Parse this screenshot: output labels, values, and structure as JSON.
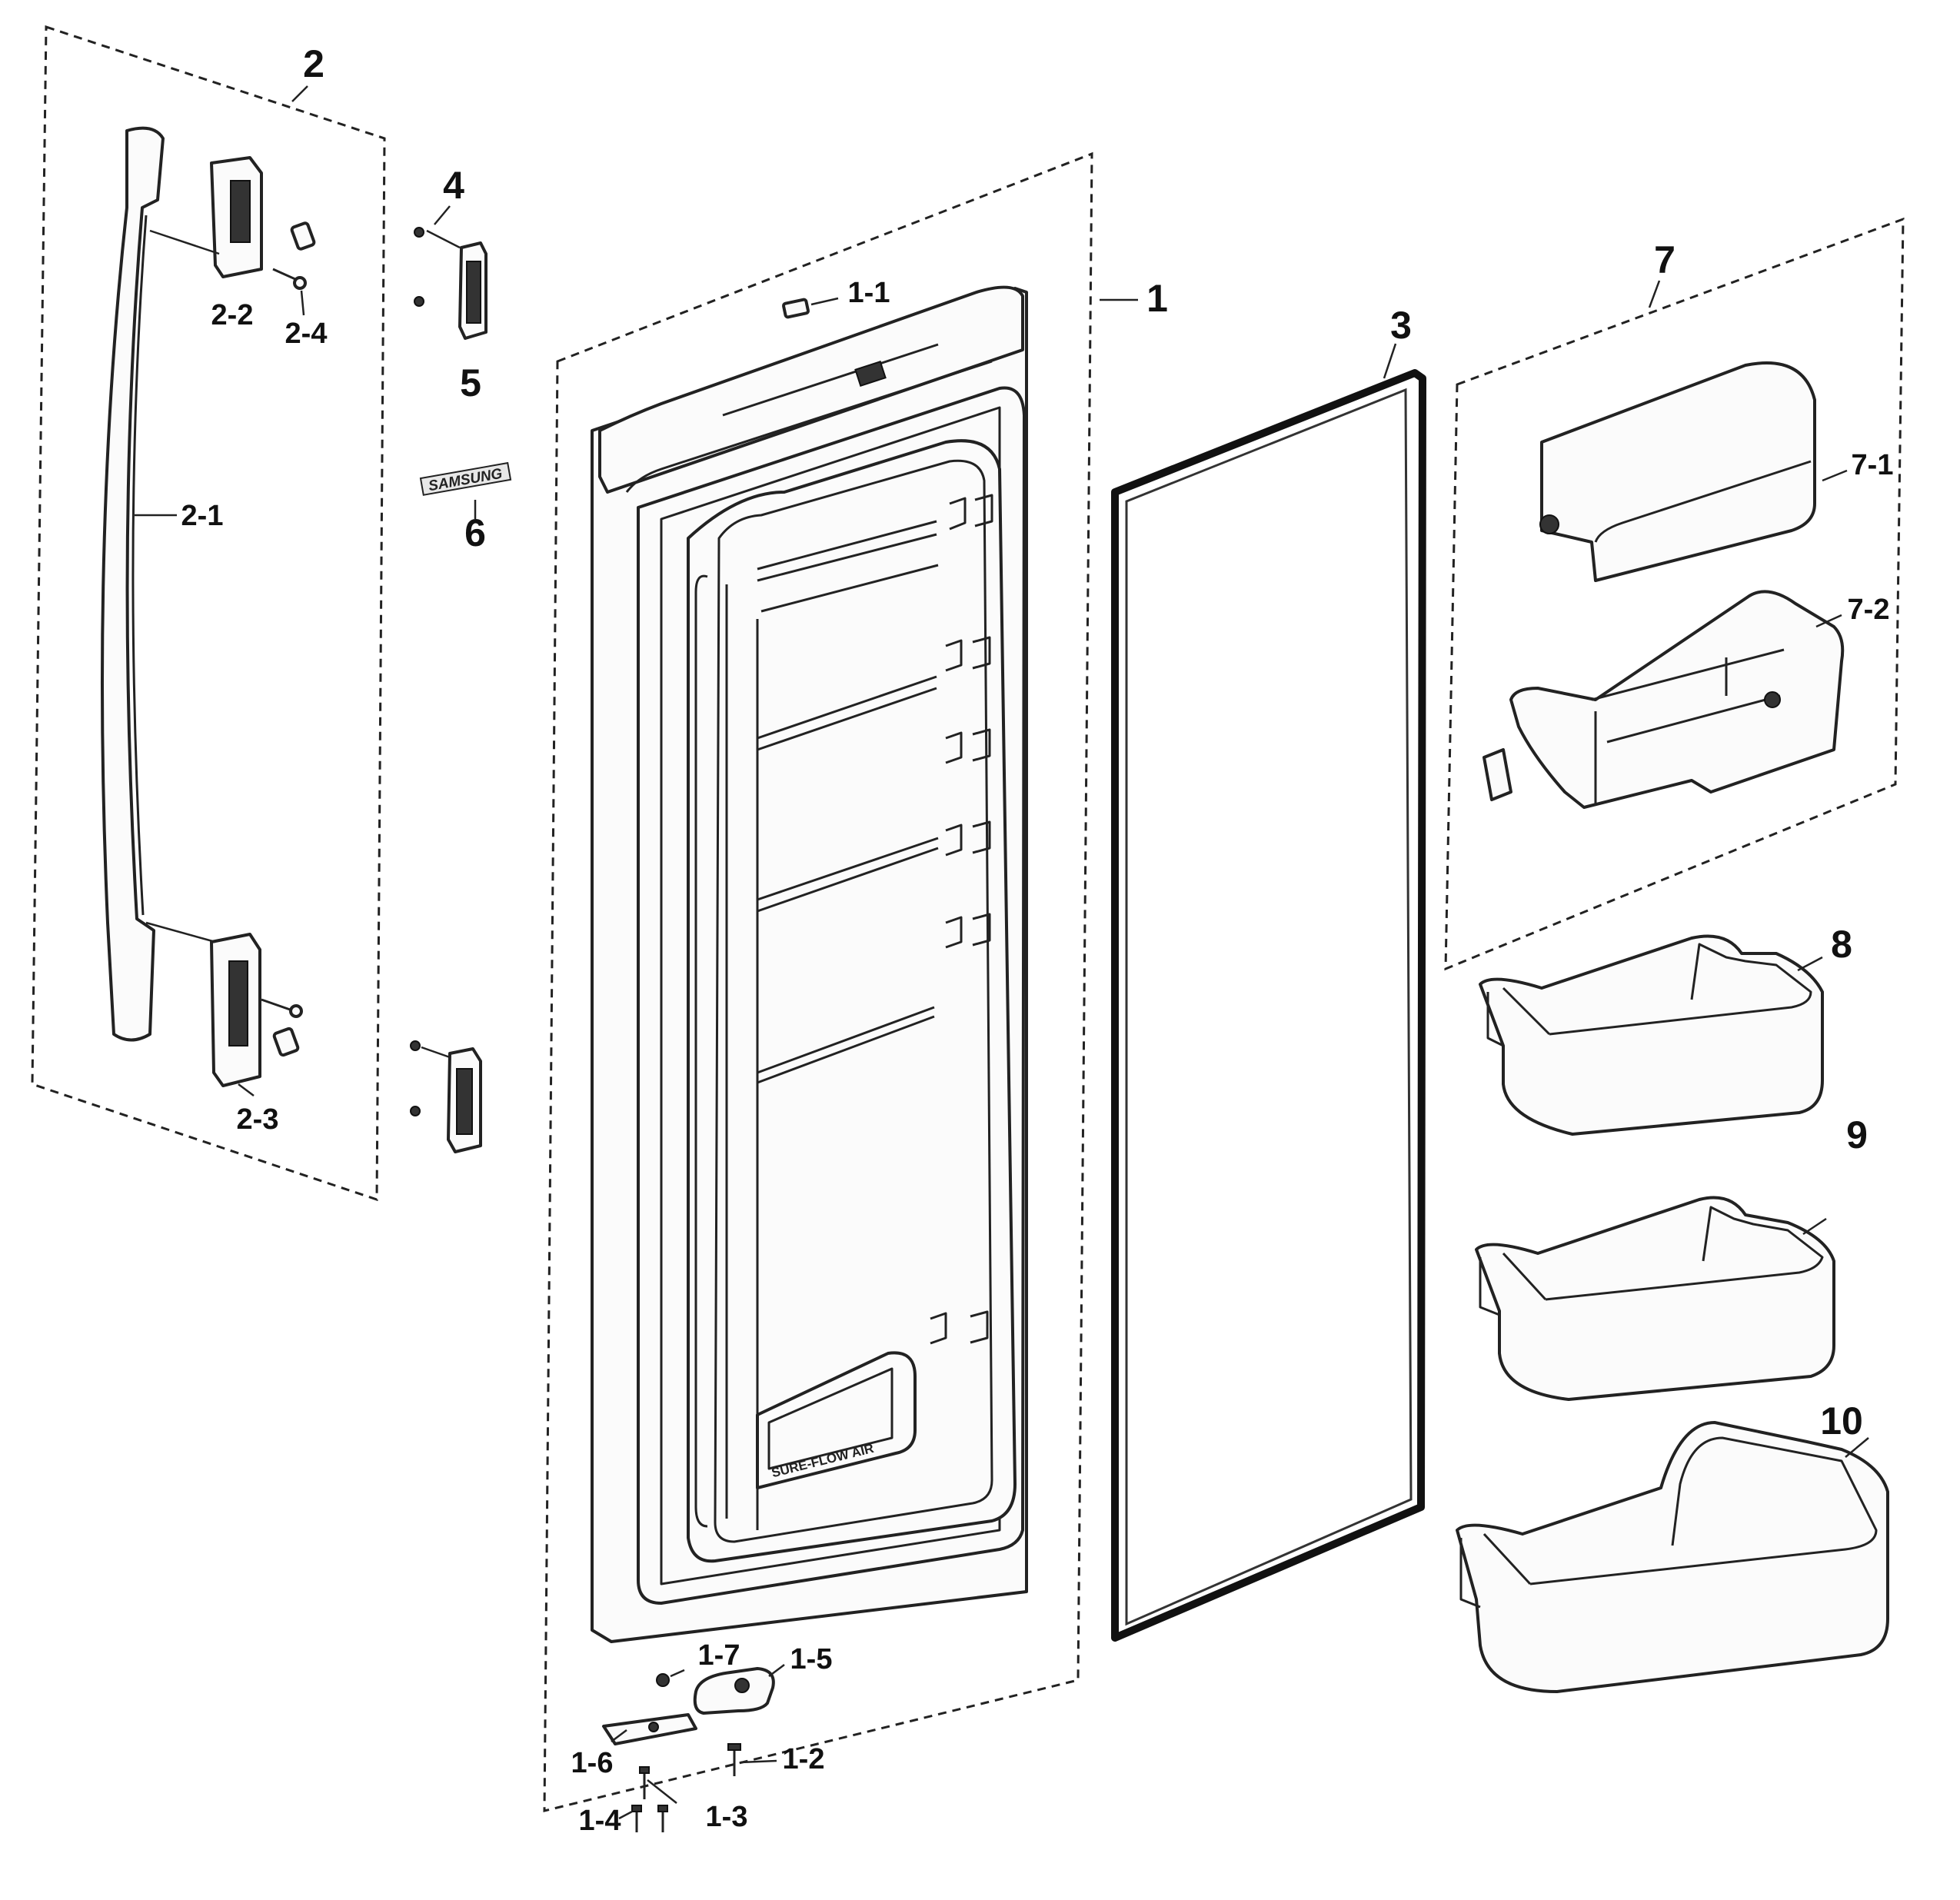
{
  "diagram": {
    "labels": {
      "handle_group": "2",
      "handle": "2-1",
      "handle_cap_top": "2-2",
      "handle_cap_bottom": "2-3",
      "handle_screw": "2-4",
      "screw": "4",
      "hinge_bracket": "5",
      "logo": "6",
      "door_assembly": "1",
      "door_part_top": "1-1",
      "door_part_screw_a": "1-2",
      "door_part_screw_b": "1-3",
      "door_part_screw_c": "1-4",
      "door_part_hinge_cap": "1-5",
      "door_part_hinge_plate": "1-6",
      "door_part_washer": "1-7",
      "gasket": "3",
      "dairy_group": "7",
      "dairy_cover": "7-1",
      "dairy_bin": "7-2",
      "guard_upper": "8",
      "guard_middle": "9",
      "guard_lower": "10"
    },
    "logo_text": "SAMSUNG",
    "door_embossed_text": "SURE-FLOW AIR"
  },
  "colors": {
    "line": "#222222",
    "background": "#ffffff",
    "part_fill": "#fbfbfb"
  }
}
